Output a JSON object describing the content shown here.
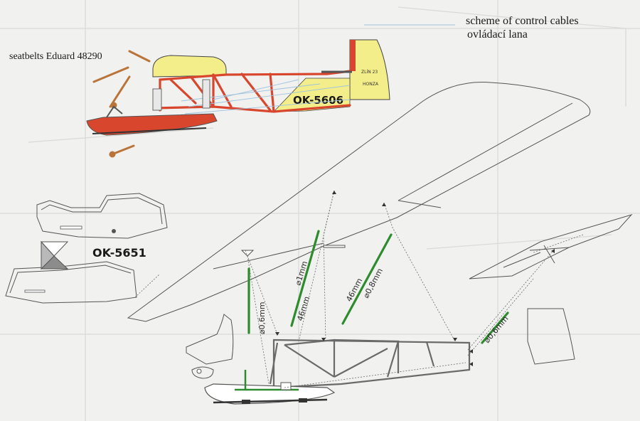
{
  "legend": {
    "title_en": "scheme of control cables",
    "title_cz": "ovládací lana",
    "line_color": "#9fc3de"
  },
  "seatbelts_label": "seatbelts Eduard 48290",
  "top_glider": {
    "registration": "OK-5606",
    "tail_text_1": "ZLÍN 23",
    "tail_text_2": "HONZA",
    "colors": {
      "body": "#d8462e",
      "wing": "#f3ee8a",
      "rudder_tip": "#d8462e"
    }
  },
  "pod_registration": "OK-5651",
  "dimensions": {
    "vertical_cable": "⌀0,6mm",
    "cable_a_diameter": "⌀1mm",
    "cable_a_length": "46mm",
    "cable_b_length": "46mm",
    "cable_b_diameter": "⌀0,8mm",
    "tail_cable": "⌀0,6mm"
  },
  "cable_color": "#2e8b2e"
}
